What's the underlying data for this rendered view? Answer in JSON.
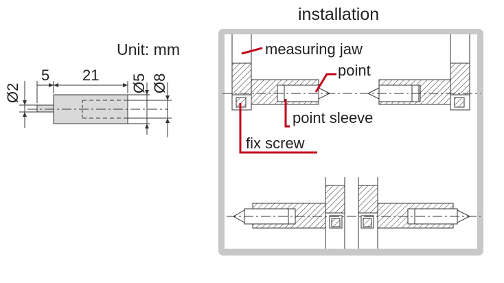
{
  "header": {
    "title": "installation"
  },
  "dimension_drawing": {
    "unit_label": "Unit: mm",
    "dims": {
      "d2": "Ø2",
      "len5": "5",
      "len21": "21",
      "d5": "Ø5",
      "d8": "Ø8"
    }
  },
  "callouts": {
    "measuring_jaw": "measuring jaw",
    "point": "point",
    "point_sleeve": "point sleeve",
    "fix_screw": "fix screw"
  },
  "colors": {
    "callout_line": "#c0001a",
    "panel_border": "#c8c8c8",
    "body_fill": "#d9d9d9"
  }
}
